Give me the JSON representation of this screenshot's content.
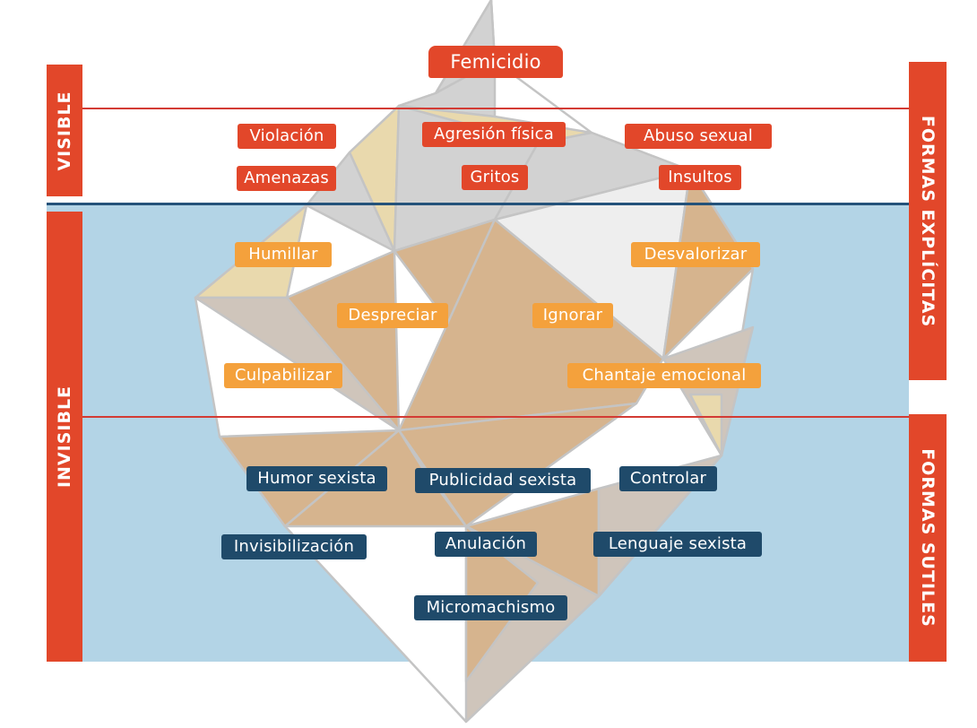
{
  "levels": {
    "visible": "VISIBLE",
    "invisible": "INVISIBLE",
    "explicit": "FORMAS EXPLÍCITAS",
    "subtle": "FORMAS SUTILES"
  },
  "labels": {
    "femicidio": "Femicidio",
    "violacion": "Violación",
    "agresion_fisica": "Agresión física",
    "abuso_sexual": "Abuso sexual",
    "amenazas": "Amenazas",
    "gritos": "Gritos",
    "insultos": "Insultos",
    "humillar": "Humillar",
    "desvalorizar": "Desvalorizar",
    "despreciar": "Despreciar",
    "ignorar": "Ignorar",
    "culpabilizar": "Culpabilizar",
    "chantaje_emocional": "Chantaje emocional",
    "humor_sexista": "Humor sexista",
    "publicidad_sexista": "Publicidad sexista",
    "controlar": "Controlar",
    "invisibilizacion": "Invisibilización",
    "anulacion": "Anulación",
    "lenguaje_sexista": "Lenguaje sexista",
    "micromachismo": "Micromachismo"
  },
  "colors": {
    "explicit": "#e2472a",
    "intermediate": "#f4a13c",
    "subtle": "#1f4a6a",
    "water": "#b3d4e6",
    "waterline": "#24527a",
    "ice_tan": "#d6b48e",
    "ice_gray": "#c9c9c9",
    "ice_cream": "#e9d9ad"
  }
}
